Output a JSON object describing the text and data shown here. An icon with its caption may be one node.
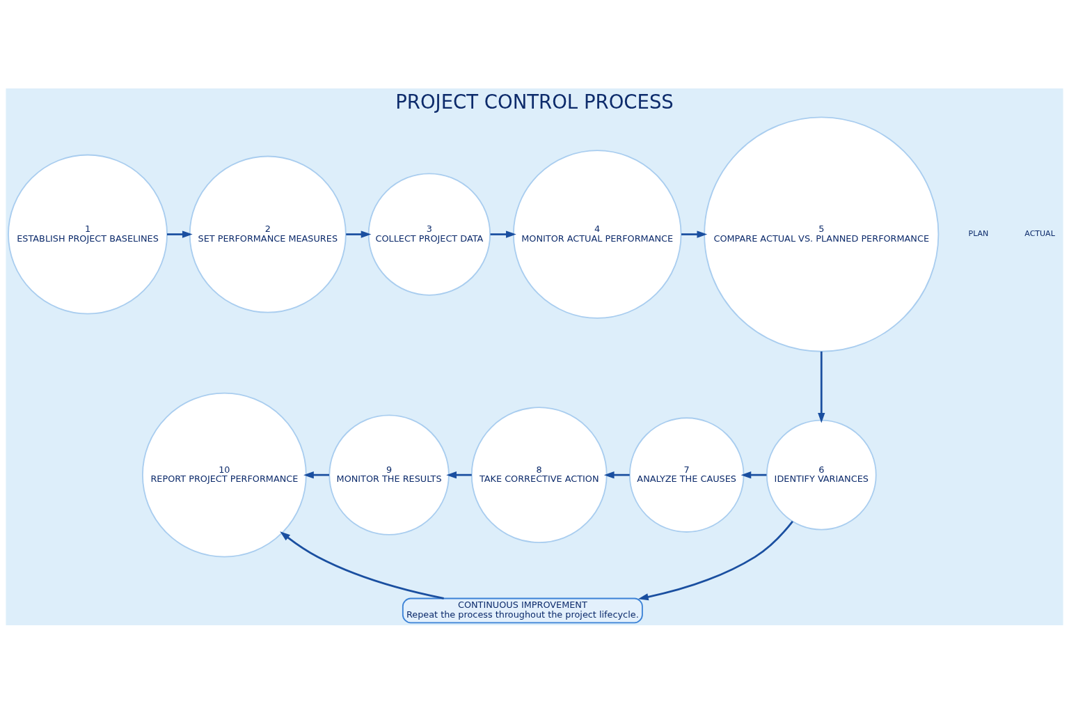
{
  "diagram": {
    "title": "PROJECT CONTROL PROCESS",
    "nodes": [
      {
        "text": [
          "1",
          "ESTABLISH PROJECT BASELINES"
        ]
      },
      {
        "text": [
          "2",
          "SET PERFORMANCE MEASURES"
        ]
      },
      {
        "text": [
          "3",
          "COLLECT PROJECT DATA"
        ]
      },
      {
        "text": [
          "4",
          "MONITOR ACTUAL PERFORMANCE"
        ]
      },
      {
        "text": [
          "5",
          "COMPARE ACTUAL VS. PLANNED PERFORMANCE"
        ]
      },
      {
        "text": [
          "6",
          "IDENTIFY VARIANCES"
        ]
      },
      {
        "text": [
          "7",
          "ANALYZE THE CAUSES"
        ]
      },
      {
        "text": [
          "8",
          "TAKE CORRECTIVE ACTION"
        ]
      },
      {
        "text": [
          "9",
          "MONITOR THE RESULTS"
        ]
      },
      {
        "text": [
          "10",
          "REPORT PROJECT PERFORMANCE"
        ]
      },
      {
        "text": [
          "CONTINUOUS IMPROVEMENT",
          "Repeat the process throughout the project lifecycle."
        ]
      }
    ],
    "edges": [
      {
        "from": 0,
        "to": 1,
        "arrow": "to"
      },
      {
        "from": 1,
        "to": 2,
        "arrow": "to"
      },
      {
        "from": 2,
        "to": 3,
        "arrow": "to"
      },
      {
        "from": 3,
        "to": 4,
        "arrow": "to"
      },
      {
        "from": 4,
        "to": 5,
        "arrow": "to"
      },
      {
        "from": 5,
        "to": 6,
        "arrow": "to"
      },
      {
        "from": 6,
        "to": 7,
        "arrow": "to"
      },
      {
        "from": 7,
        "to": 8,
        "arrow": "to"
      },
      {
        "from": 8,
        "to": 9,
        "arrow": "to"
      },
      {
        "from": 5,
        "to": 10,
        "arrow": "to"
      },
      {
        "from": 10,
        "to": 9,
        "arrow": "to"
      }
    ],
    "labels": [
      "PLAN",
      "ACTUAL"
    ]
  }
}
